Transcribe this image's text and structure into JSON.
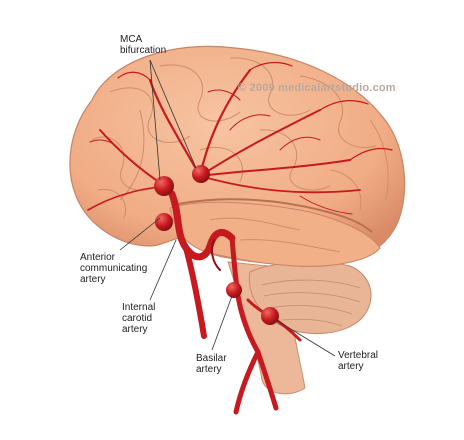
{
  "illustration": {
    "copyright": "© 2009 medicalartstudio.com",
    "colors": {
      "brain": "#f2b089",
      "brain_shadow": "#d98a66",
      "cerebellum": "#e8b597",
      "brainstem": "#edb79a",
      "artery": "#c61a1f",
      "artery_dark": "#8e0f14",
      "aneurysm_highlight": "#f06a62",
      "leader_line": "#333333"
    }
  },
  "labels": {
    "mca": "MCA\nbifurcation",
    "anterior": "Anterior\ncommunicating\nartery",
    "internal": "Internal\ncarotid\nartery",
    "basilar": "Basilar\nartery",
    "vertebral": "Vertebral\nartery"
  }
}
